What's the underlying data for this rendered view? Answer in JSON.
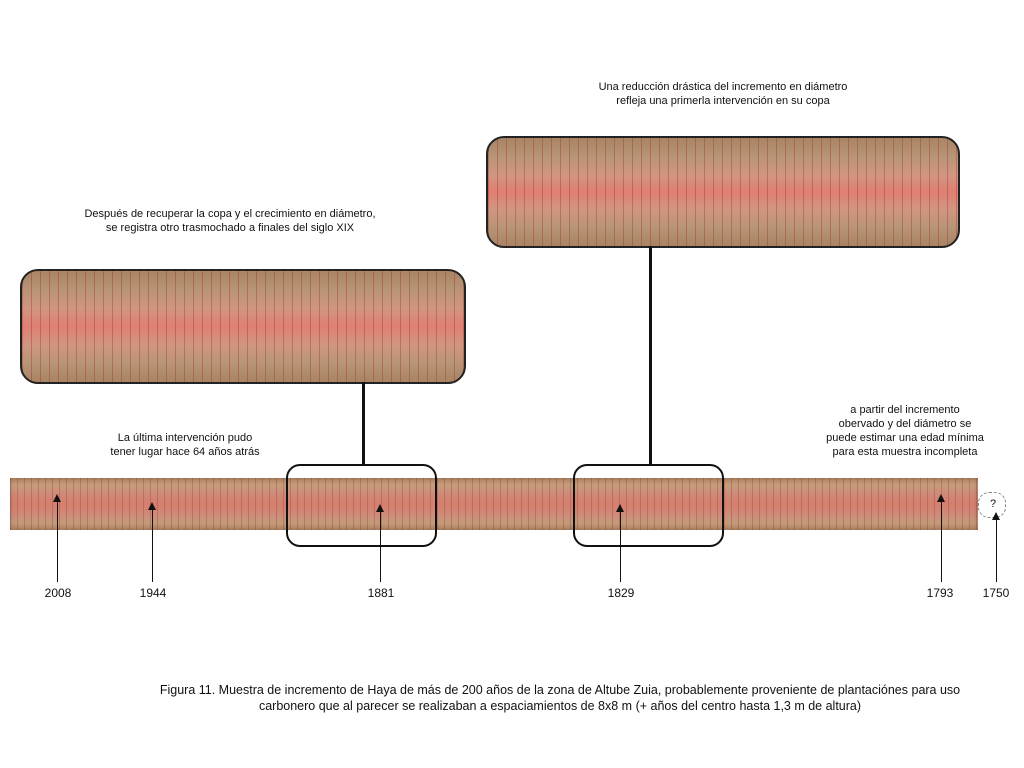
{
  "annotations": {
    "top_right": [
      "Una reducción drástica del incremento en diámetro",
      "refleja  una primerla intervención en su copa"
    ],
    "top_left": [
      "Después de recuperar la copa y el crecimiento en diámetro,",
      "se registra otro trasmochado a finales del siglo XIX"
    ],
    "last_intervention": [
      "La última intervención pudo",
      "tener lugar hace 64 años atrás"
    ],
    "age_estimate": [
      "a partir del incremento",
      "obervado y del diámetro se",
      "puede estimar una edad mínima",
      "para esta muestra incompleta"
    ]
  },
  "core_end_mark": "?",
  "years": [
    "2008",
    "1944",
    "1881",
    "1829",
    "1793",
    "1750"
  ],
  "caption": [
    "Figura 11. Muestra de incremento de Haya de más de 200 años de la zona de Altube Zuia, probablemente proveniente de plantaciónes para uso",
    "carbonero que al parecer se realizaban a espaciamientos de 8x8 m (+ años del centro hasta 1,3 m de altura)"
  ]
}
